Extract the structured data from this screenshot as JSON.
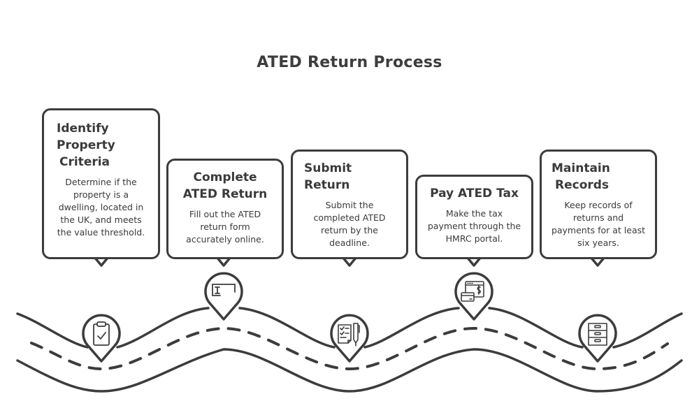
{
  "title": "ATED Return Process",
  "colors": {
    "stroke": "#3c3c3c",
    "background": "#ffffff",
    "text": "#3a3a3a"
  },
  "steps": [
    {
      "title": "Identify Property Criteria",
      "title_lines": [
        "Identify",
        "Property",
        "Criteria"
      ],
      "description": "Determine if the property is a dwelling, located in the UK, and meets the value threshold.",
      "icon": "clipboard-check-icon"
    },
    {
      "title": "Complete ATED Return",
      "title_lines": [
        "Complete",
        "ATED Return"
      ],
      "description": "Fill out the ATED return form accurately online.",
      "icon": "text-input-form-icon"
    },
    {
      "title": "Submit Return",
      "title_lines": [
        "Submit",
        "Return"
      ],
      "description": "Submit the completed ATED return by the deadline.",
      "icon": "checklist-pen-icon"
    },
    {
      "title": "Pay ATED Tax",
      "title_lines": [
        "Pay ATED Tax"
      ],
      "description": "Make the tax payment through the HMRC portal.",
      "icon": "online-payment-card-icon"
    },
    {
      "title": "Maintain Records",
      "title_lines": [
        "Maintain",
        "Records"
      ],
      "description": "Keep records of returns and payments for at least six years.",
      "icon": "filing-cabinet-icon"
    }
  ]
}
